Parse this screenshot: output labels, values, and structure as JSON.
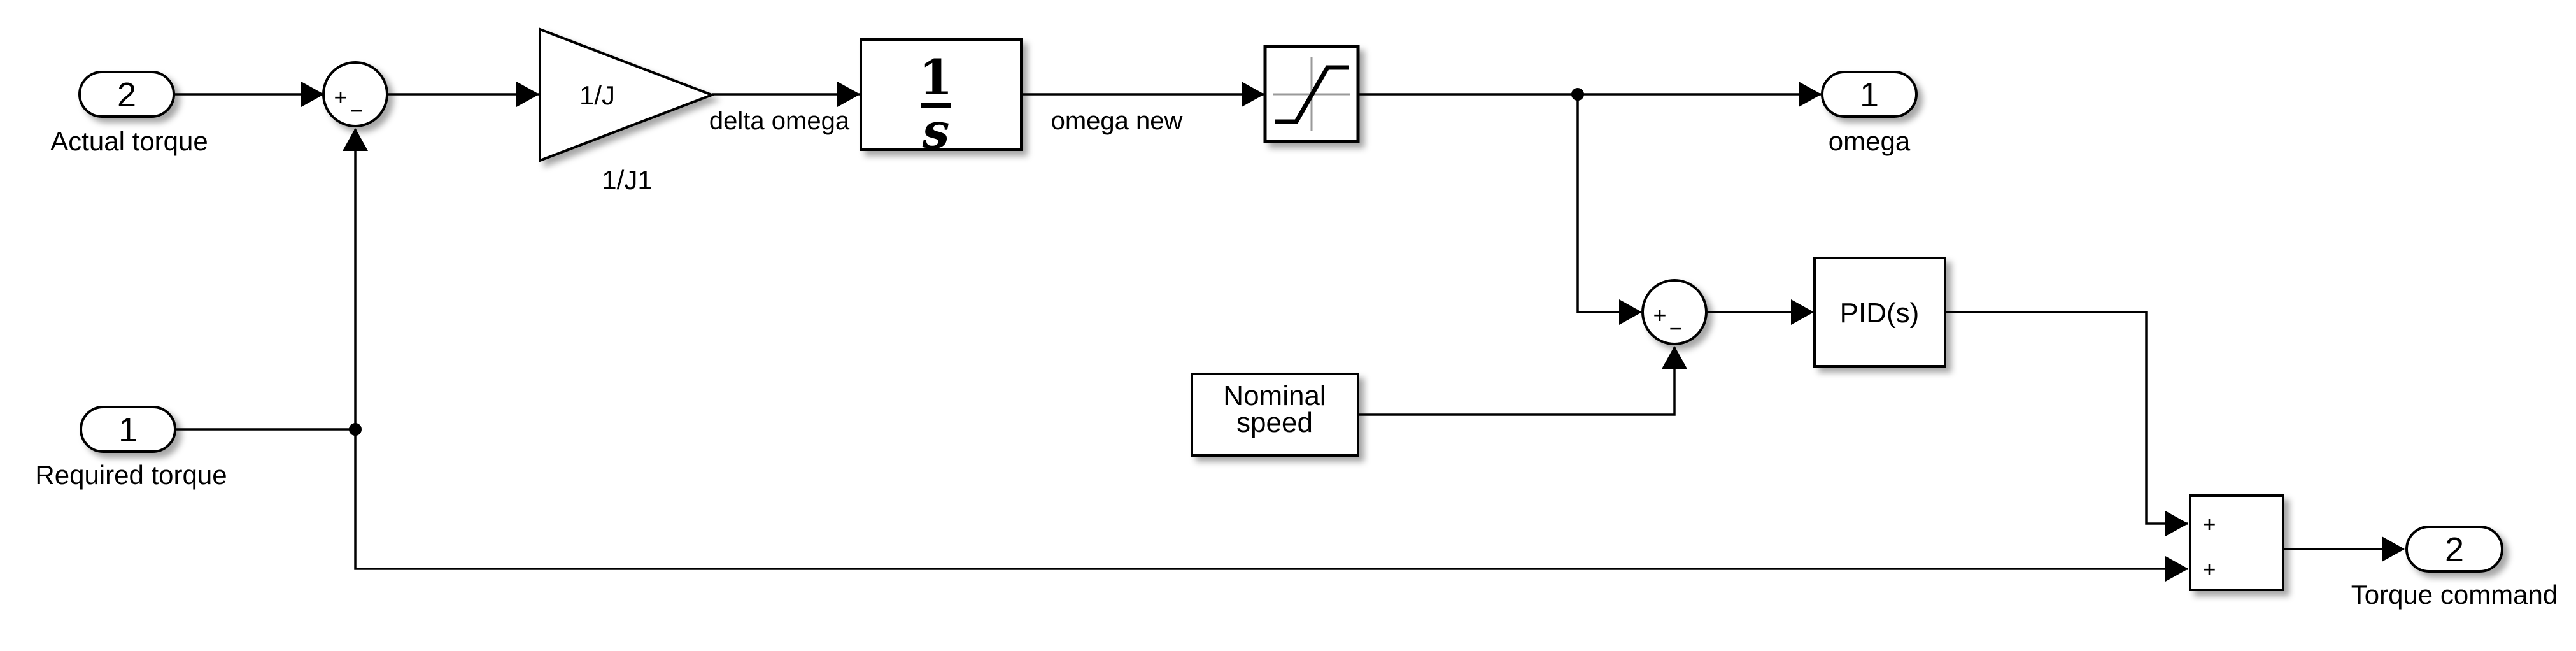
{
  "colors": {
    "background": "#ffffff",
    "line": "#000000",
    "block_fill": "#ffffff",
    "saturation_axes_gray": "#9a9a9a",
    "shadow": "rgba(0,0,0,0.35)"
  },
  "diagram": {
    "inport_actual_torque": {
      "number": "2",
      "label": "Actual torque"
    },
    "inport_required_torque": {
      "number": "1",
      "label": "Required torque"
    },
    "sum_torque_error": {
      "plus": "+",
      "minus": "−"
    },
    "gain_inertia": {
      "value": "1/J",
      "name": "1/J1"
    },
    "integrator": {
      "numerator": "1",
      "denominator": "s"
    },
    "saturation": {
      "icon": "saturation-curve-icon"
    },
    "outport_omega": {
      "number": "1",
      "label": "omega"
    },
    "sum_speed_error": {
      "plus": "+",
      "minus": "−"
    },
    "pid_controller": {
      "label": "PID(s)"
    },
    "nominal_speed": {
      "label_line1": "Nominal",
      "label_line2": "speed"
    },
    "sum_torque_command": {
      "plus_top": "+",
      "plus_bottom": "+"
    },
    "outport_torque_command": {
      "number": "2",
      "label": "Torque command"
    },
    "signals": {
      "delta_omega": "delta omega",
      "omega_new": "omega new"
    }
  }
}
